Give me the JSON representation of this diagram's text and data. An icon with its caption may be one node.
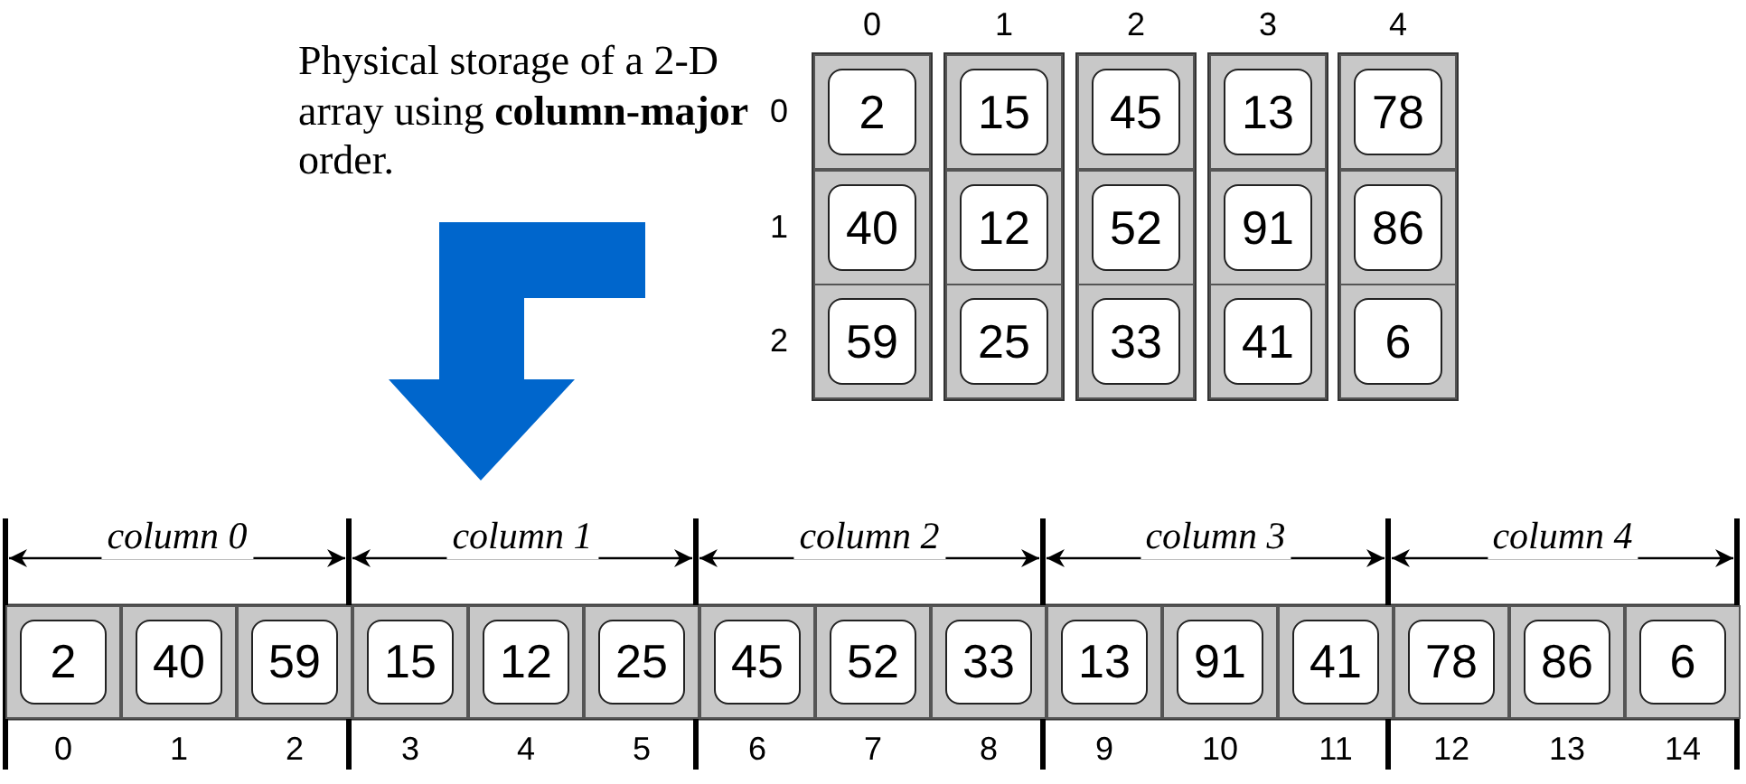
{
  "diagram": {
    "nodes": [
      {
        "text": [
          "2"
        ]
      },
      {
        "text": [
          "15"
        ]
      },
      {
        "text": [
          "45"
        ]
      },
      {
        "text": [
          "13"
        ]
      },
      {
        "text": [
          "78"
        ]
      },
      {
        "text": [
          "40"
        ]
      },
      {
        "text": [
          "12"
        ]
      },
      {
        "text": [
          "52"
        ]
      },
      {
        "text": [
          "91"
        ]
      },
      {
        "text": [
          "86"
        ]
      },
      {
        "text": [
          "59"
        ]
      },
      {
        "text": [
          "25"
        ]
      },
      {
        "text": [
          "33"
        ]
      },
      {
        "text": [
          "41"
        ]
      },
      {
        "text": [
          "6"
        ]
      },
      {
        "text": [
          "2"
        ]
      },
      {
        "text": [
          "40"
        ]
      },
      {
        "text": [
          "59"
        ]
      },
      {
        "text": [
          "15"
        ]
      },
      {
        "text": [
          "12"
        ]
      },
      {
        "text": [
          "25"
        ]
      },
      {
        "text": [
          "45"
        ]
      },
      {
        "text": [
          "52"
        ]
      },
      {
        "text": [
          "33"
        ]
      },
      {
        "text": [
          "13"
        ]
      },
      {
        "text": [
          "91"
        ]
      },
      {
        "text": [
          "41"
        ]
      },
      {
        "text": [
          "78"
        ]
      },
      {
        "text": [
          "86"
        ]
      },
      {
        "text": [
          "6"
        ]
      }
    ],
    "labels": [
      "Physical storage of a 2-D array using **column-major** order.",
      "0",
      "1",
      "2",
      "3",
      "4",
      "0",
      "1",
      "2",
      "column 0",
      "column 1",
      "column 2",
      "column 3",
      "column 4",
      "0",
      "1",
      "2",
      "3",
      "4",
      "5",
      "6",
      "7",
      "8",
      "9",
      "10",
      "11",
      "12",
      "13",
      "14"
    ]
  }
}
